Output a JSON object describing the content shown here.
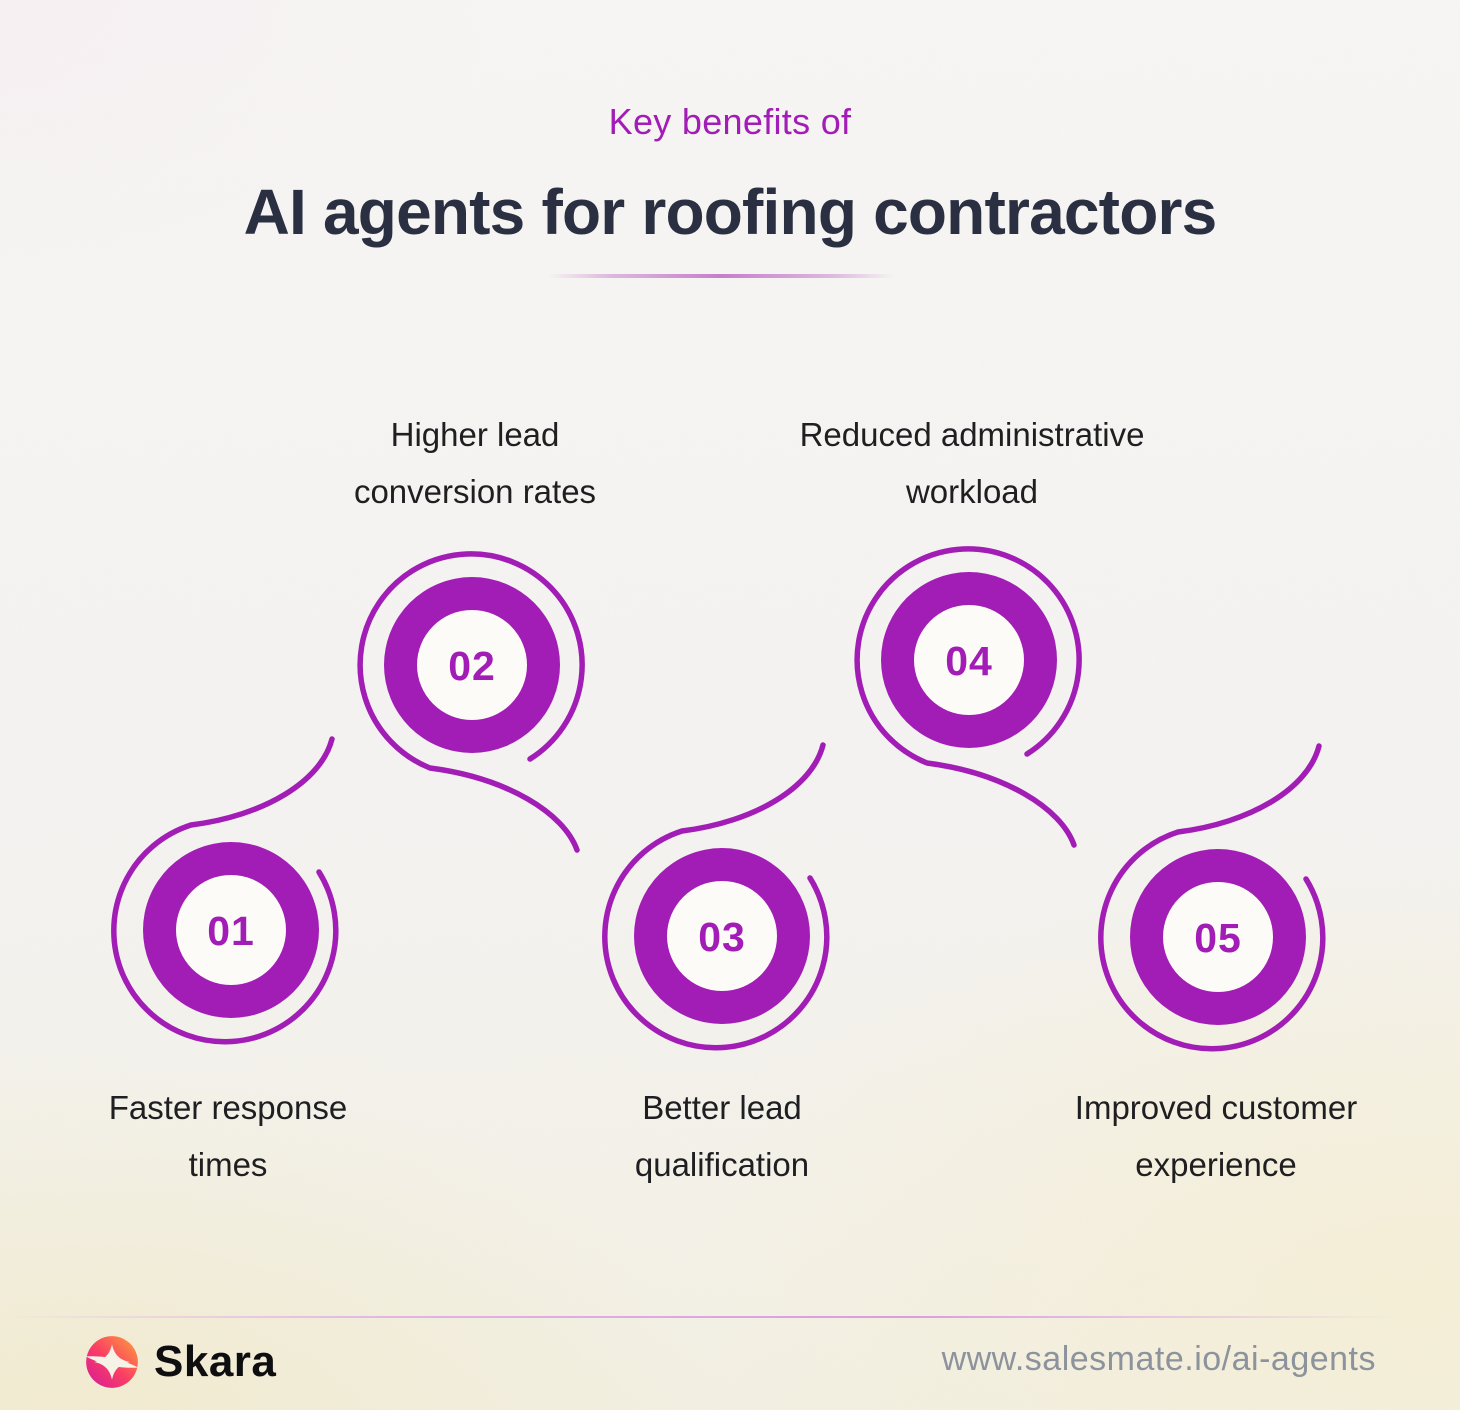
{
  "header": {
    "eyebrow": "Key benefits of",
    "title": "AI agents for roofing contractors"
  },
  "benefits": [
    {
      "number": "01",
      "line1": "Faster response",
      "line2": "times"
    },
    {
      "number": "02",
      "line1": "Higher lead",
      "line2": "conversion rates"
    },
    {
      "number": "03",
      "line1": "Better lead",
      "line2": "qualification"
    },
    {
      "number": "04",
      "line1": "Reduced administrative",
      "line2": "workload"
    },
    {
      "number": "05",
      "line1": "Improved customer",
      "line2": "experience"
    }
  ],
  "footer": {
    "brand": "Skara",
    "url": "www.salesmate.io/ai-agents"
  },
  "colors": {
    "accent_purple": "#A21DB5",
    "title_dark": "#2A2F41",
    "label_dark": "#1F1F22",
    "divider_pink": "#BD6AC4",
    "url_gray": "#8C939D",
    "logo_orange": "#FFA13D",
    "logo_pink": "#FA3E63",
    "logo_magenta": "#D5189E",
    "background": "#F5F4F1"
  }
}
